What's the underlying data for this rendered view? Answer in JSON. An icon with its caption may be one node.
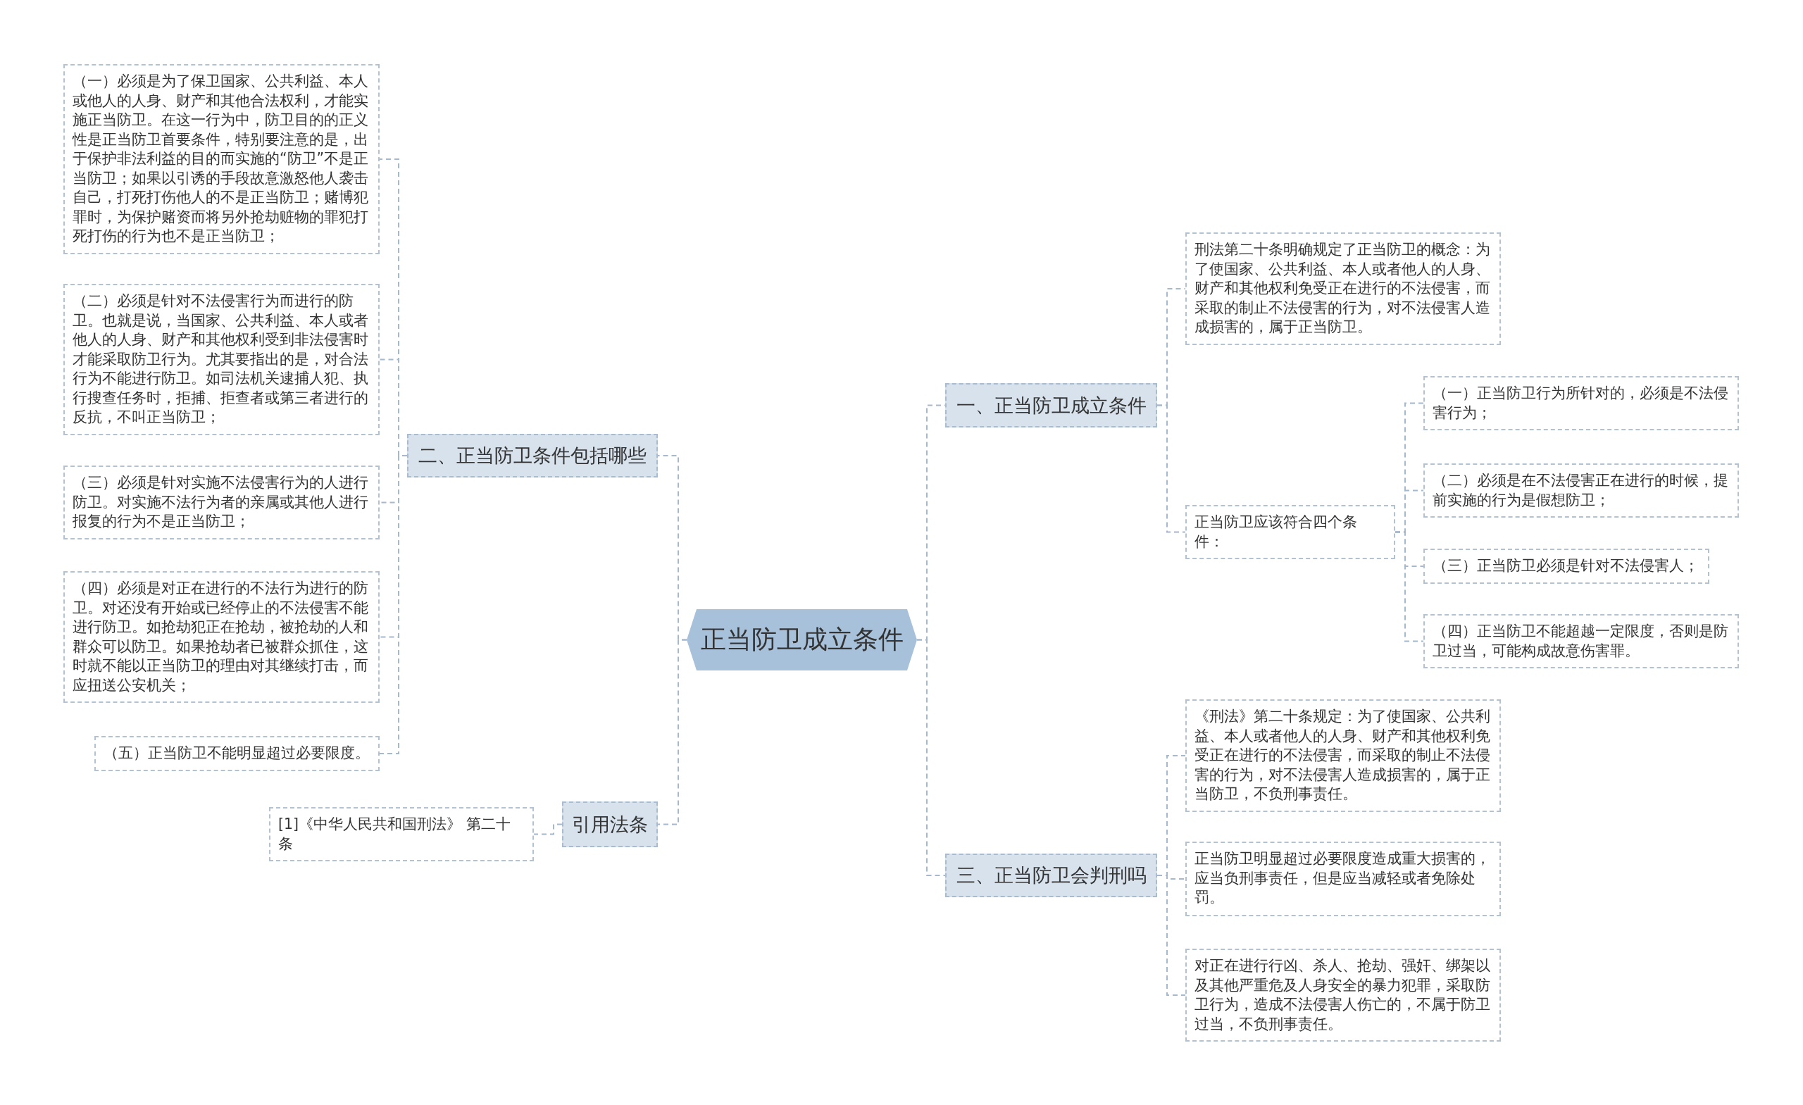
{
  "diagram": {
    "nodes": [
      {
        "text": [
          "正当防卫成立条件"
        ]
      },
      {
        "text": [
          "一、正当防卫成立条件"
        ]
      },
      {
        "text": [
          "刑法第二十条明确规定了正当防卫的概念：为了使国家、公共利益、本人或者他人的人身、财产和其他权利免受正在进行的不法侵害，而采取的制止不法侵害的行为，对不法侵害人造成损害的，属于正当防卫。"
        ]
      },
      {
        "text": [
          "正当防卫应该符合四个条件："
        ]
      },
      {
        "text": [
          "（一）正当防卫行为所针对的，必须是不法侵害行为；"
        ]
      },
      {
        "text": [
          "（二）必须是在不法侵害正在进行的时候，提前实施的行为是假想防卫；"
        ]
      },
      {
        "text": [
          "（三）正当防卫必须是针对不法侵害人；"
        ]
      },
      {
        "text": [
          "（四）正当防卫不能超越一定限度，否则是防卫过当，可能构成故意伤害罪。"
        ]
      },
      {
        "text": [
          "三、正当防卫会判刑吗"
        ]
      },
      {
        "text": [
          "《刑法》第二十条规定：为了使国家、公共利益、本人或者他人的人身、财产和其他权利免受正在进行的不法侵害，而采取的制止不法侵害的行为，对不法侵害人造成损害的，属于正当防卫，不负刑事责任。"
        ]
      },
      {
        "text": [
          "正当防卫明显超过必要限度造成重大损害的，应当负刑事责任，但是应当减轻或者免除处罚。"
        ]
      },
      {
        "text": [
          "对正在进行行凶、杀人、抢劫、强奸、绑架以及其他严重危及人身安全的暴力犯罪，采取防卫行为，造成不法侵害人伤亡的，不属于防卫过当，不负刑事责任。"
        ]
      },
      {
        "text": [
          "二、正当防卫条件包括哪些"
        ]
      },
      {
        "text": [
          "（一）必须是为了保卫国家、公共利益、本人或他人的人身、财产和其他合法权利，才能实施正当防卫。在这一行为中，防卫目的的正义性是正当防卫首要条件，特别要注意的是，出于保护非法利益的目的而实施的“防卫”不是正当防卫；如果以引诱的手段故意激怒他人袭击自己，打死打伤他人的不是正当防卫；赌博犯罪时，为保护赌资而将另外抢劫赃物的罪犯打死打伤的行为也不是正当防卫；"
        ]
      },
      {
        "text": [
          "（二）必须是针对不法侵害行为而进行的防卫。也就是说，当国家、公共利益、本人或者他人的人身、财产和其他权利受到非法侵害时才能采取防卫行为。尤其要指出的是，对合法行为不能进行防卫。如司法机关逮捕人犯、执行搜查任务时，拒捕、拒查者或第三者进行的反抗，不叫正当防卫；"
        ]
      },
      {
        "text": [
          "（三）必须是针对实施不法侵害行为的人进行防卫。对实施不法行为者的亲属或其他人进行报复的行为不是正当防卫；"
        ]
      },
      {
        "text": [
          "（四）必须是对正在进行的不法行为进行的防卫。对还没有开始或已经停止的不法侵害不能进行防卫。如抢劫犯正在抢劫，被抢劫的人和群众可以防卫。如果抢劫者已被群众抓住，这时就不能以正当防卫的理由对其继续打击，而应扭送公安机关；"
        ]
      },
      {
        "text": [
          "（五）正当防卫不能明显超过必要限度。"
        ]
      },
      {
        "text": [
          "引用法条"
        ]
      },
      {
        "text": [
          "[1]《中华人民共和国刑法》 第二十条"
        ]
      }
    ],
    "edges": [
      {
        "from": 0,
        "to": 1,
        "arrow": "none"
      },
      {
        "from": 1,
        "to": 2,
        "arrow": "none"
      },
      {
        "from": 1,
        "to": 3,
        "arrow": "none"
      },
      {
        "from": 3,
        "to": 4,
        "arrow": "none"
      },
      {
        "from": 3,
        "to": 5,
        "arrow": "none"
      },
      {
        "from": 3,
        "to": 6,
        "arrow": "none"
      },
      {
        "from": 3,
        "to": 7,
        "arrow": "none"
      },
      {
        "from": 0,
        "to": 8,
        "arrow": "none"
      },
      {
        "from": 8,
        "to": 9,
        "arrow": "none"
      },
      {
        "from": 8,
        "to": 10,
        "arrow": "none"
      },
      {
        "from": 8,
        "to": 11,
        "arrow": "none"
      },
      {
        "from": 0,
        "to": 12,
        "arrow": "none"
      },
      {
        "from": 12,
        "to": 13,
        "arrow": "none"
      },
      {
        "from": 12,
        "to": 14,
        "arrow": "none"
      },
      {
        "from": 12,
        "to": 15,
        "arrow": "none"
      },
      {
        "from": 12,
        "to": 16,
        "arrow": "none"
      },
      {
        "from": 12,
        "to": 17,
        "arrow": "none"
      },
      {
        "from": 0,
        "to": 18,
        "arrow": "none"
      },
      {
        "from": 18,
        "to": 19,
        "arrow": "none"
      }
    ]
  }
}
